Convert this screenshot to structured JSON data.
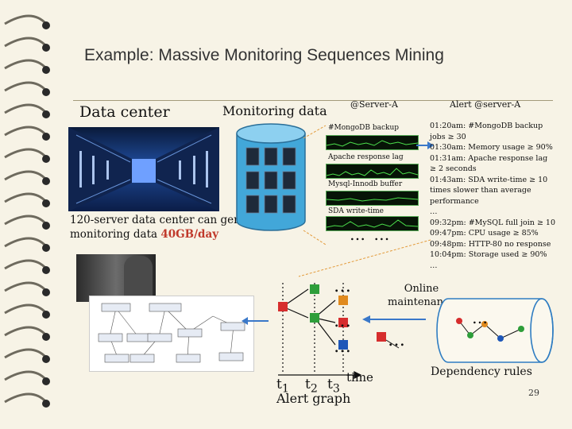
{
  "slide": {
    "title": "Example: Massive Monitoring Sequences Mining",
    "page_number": "29"
  },
  "left": {
    "data_center_label": "Data center",
    "generate_text": "120-server data center can generate",
    "generate_text2_prefix": "monitoring data ",
    "generate_text2_highlight": "40GB/day"
  },
  "middle": {
    "monitoring_label": "Monitoring data",
    "server_label": "@Server-A",
    "series": [
      {
        "label": "#MongoDB backup"
      },
      {
        "label": "Apache response lag"
      },
      {
        "label": "Mysql-Innodb buffer"
      },
      {
        "label": "SDA write-time"
      }
    ],
    "ellipsis": "… …"
  },
  "alerts": {
    "header": "Alert @server-A",
    "lines": [
      "01:20am: #MongoDB backup jobs ≥ 30",
      "01:30am: Memory usage ≥ 90%",
      "01:31am: Apache response lag ≥ 2 seconds",
      "01:43am: SDA write-time ≥ 10 times slower than average performance",
      "…",
      "09:32pm: #MySQL full join ≥ 10",
      "09:47pm: CPU usage ≥ 85%",
      "09:48pm: HTTP-80 no response",
      "10:04pm: Storage used ≥ 90%",
      "…"
    ]
  },
  "bottom": {
    "online_label_1": "Online",
    "online_label_2": "maintenance",
    "t1": "t",
    "t1_sub": "1",
    "t2": "t",
    "t2_sub": "2",
    "t3": "t",
    "t3_sub": "3",
    "time_label": "time",
    "alert_graph_label": "Alert graph",
    "dots": "…",
    "dependency_label": "Dependency rules"
  },
  "colors": {
    "red_node": "#d62d2d",
    "green_node": "#2e9e3a",
    "orange_node": "#e08a1e",
    "blue_node": "#1d56b8",
    "highlight_red": "#c0392b"
  }
}
